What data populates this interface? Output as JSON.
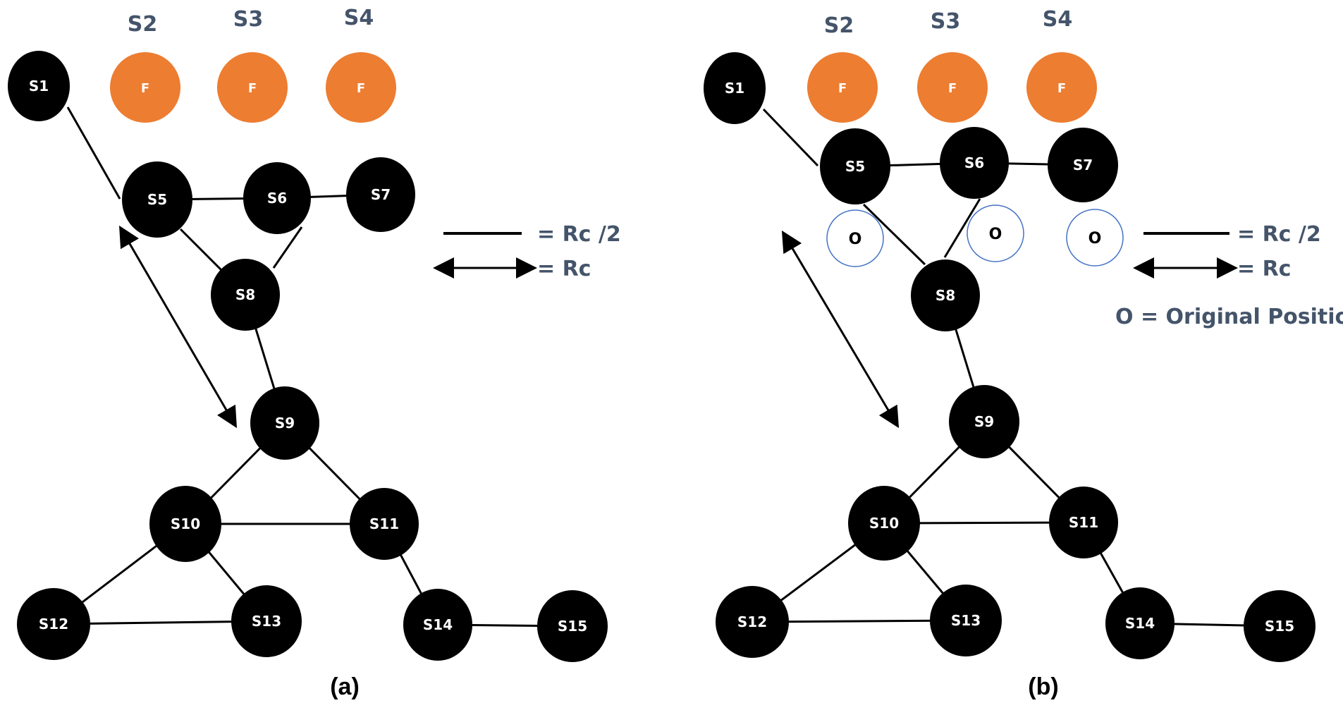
{
  "colors": {
    "node": "#000000",
    "failed_node": "#ED7D31",
    "label_gray": "#44546A",
    "edge": "#000000",
    "original_circle_stroke": "#4472C4",
    "node_text": "#ffffff"
  },
  "failed_text": "F",
  "original_text": "O",
  "legend": {
    "half_range": "= Rc /2",
    "full_range": "= Rc",
    "original_position": "O = Original Position"
  },
  "panels": [
    {
      "id": "a",
      "caption": "(a)",
      "failed_nodes": [
        "S2",
        "S3",
        "S4"
      ],
      "nodes": [
        "S1",
        "S5",
        "S6",
        "S7",
        "S8",
        "S9",
        "S10",
        "S11",
        "S12",
        "S13",
        "S14",
        "S15"
      ],
      "edges": [
        [
          "S1",
          "S5"
        ],
        [
          "S5",
          "S6"
        ],
        [
          "S6",
          "S7"
        ],
        [
          "S5",
          "S8"
        ],
        [
          "S6",
          "S8"
        ],
        [
          "S8",
          "S9"
        ],
        [
          "S9",
          "S10"
        ],
        [
          "S9",
          "S11"
        ],
        [
          "S10",
          "S11"
        ],
        [
          "S10",
          "S12"
        ],
        [
          "S10",
          "S13"
        ],
        [
          "S12",
          "S13"
        ],
        [
          "S11",
          "S14"
        ],
        [
          "S14",
          "S15"
        ]
      ],
      "range_arrow": [
        "S5",
        "S9"
      ]
    },
    {
      "id": "b",
      "caption": "(b)",
      "failed_nodes": [
        "S2",
        "S3",
        "S4"
      ],
      "nodes": [
        "S1",
        "S5",
        "S6",
        "S7",
        "S8",
        "S9",
        "S10",
        "S11",
        "S12",
        "S13",
        "S14",
        "S15"
      ],
      "original_positions": 3,
      "edges": [
        [
          "S1",
          "S5"
        ],
        [
          "S5",
          "S6"
        ],
        [
          "S6",
          "S7"
        ],
        [
          "S5",
          "S8"
        ],
        [
          "S6",
          "S8"
        ],
        [
          "S8",
          "S9"
        ],
        [
          "S9",
          "S10"
        ],
        [
          "S9",
          "S11"
        ],
        [
          "S10",
          "S11"
        ],
        [
          "S10",
          "S12"
        ],
        [
          "S10",
          "S13"
        ],
        [
          "S12",
          "S13"
        ],
        [
          "S11",
          "S14"
        ],
        [
          "S14",
          "S15"
        ]
      ],
      "range_arrow": [
        "S5",
        "S9"
      ]
    }
  ]
}
